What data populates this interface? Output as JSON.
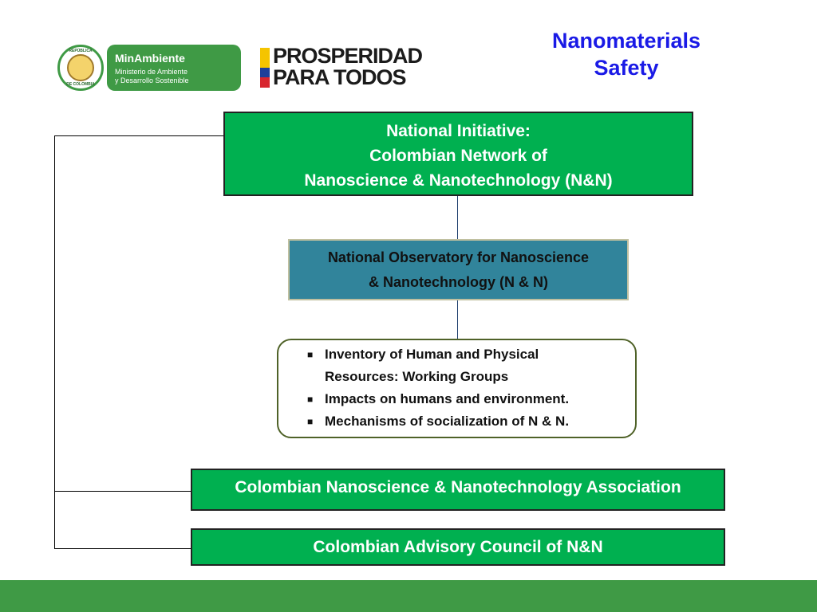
{
  "title": [
    "Nanomaterials",
    "Safety"
  ],
  "logos": {
    "seal_top": "REPÚBLICA",
    "seal_bottom": "DE COLOMBIA",
    "minambiente_name": "MinAmbiente",
    "minambiente_sub1": "Ministerio de Ambiente",
    "minambiente_sub2": "y Desarrollo Sostenible",
    "prosperidad_line1": "PROSPERIDAD",
    "prosperidad_line2": "PARA TODOS"
  },
  "boxes": {
    "national_initiative": [
      "National Initiative:",
      "Colombian Network of",
      "Nanoscience & Nanotechnology (N&N)"
    ],
    "observatory": [
      "National Observatory for Nanoscience",
      "& Nanotechnology (N & N)"
    ],
    "observatory_items": [
      "Inventory of Human and Physical",
      "Resources: Working Groups",
      "Impacts on humans and environment.",
      "Mechanisms of socialization of N & N."
    ],
    "association": "Colombian Nanoscience & Nanotechnology Association",
    "advisory": "Colombian Advisory Council of N&N"
  },
  "colors": {
    "title": "#1a1ae6",
    "green_box": "#00b050",
    "teal_box": "#31849b",
    "footer": "#3f9a45"
  }
}
